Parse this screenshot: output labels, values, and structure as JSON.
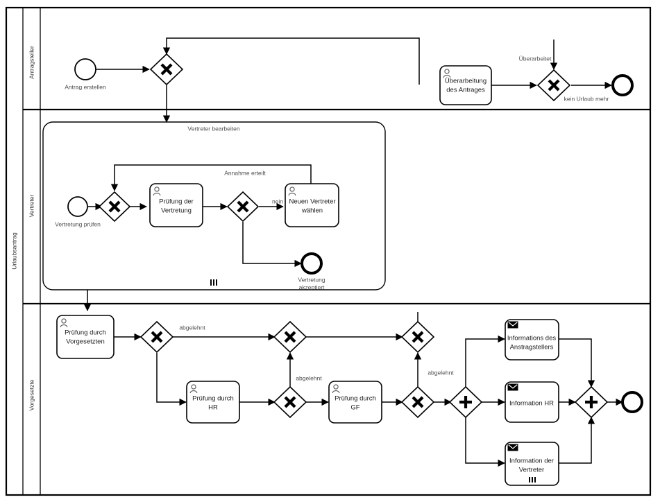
{
  "pool": {
    "label": "Urlaubsantrag"
  },
  "lanes": [
    {
      "id": "antragsteller",
      "label": "Antragsteller"
    },
    {
      "id": "vertreter",
      "label": "Vertreter"
    },
    {
      "id": "vorgesetzte",
      "label": "Vorgesetzte"
    }
  ],
  "lane_antragsteller": {
    "start_event": {
      "name": "start-event-antrag-erstellen",
      "label": "Antrag erstellen"
    },
    "gateway_join": {
      "name": "gateway-antrag-join",
      "type": "exclusive",
      "label": ""
    },
    "task_ueberarbeitung": {
      "label_line1": "Überarbeitung",
      "label_line2": "des Antrages",
      "icon": "user-task-icon"
    },
    "gateway_ueberarbeitet": {
      "name": "gateway-ueberarbeitet",
      "type": "exclusive",
      "label": ""
    },
    "flow_label_ueberarbeitet": "Überarbeitet",
    "flow_label_kein_urlaub": "kein Urlaub mehr",
    "end_event": {
      "name": "end-event-kein-urlaub-mehr",
      "label": ""
    }
  },
  "lane_vertreter": {
    "subprocess": {
      "label": "Vertreter bearbeiten",
      "marker": "multi-instance"
    },
    "start_event": {
      "label": "Vertretung prüfen"
    },
    "gateway_merge": {
      "type": "exclusive"
    },
    "task_pruefung": {
      "label_line1": "Prüfung der",
      "label_line2": "Vertretung",
      "icon": "user-task-icon"
    },
    "gateway_annahme": {
      "type": "exclusive"
    },
    "flow_label_annahme": "Annahme erteilt",
    "flow_label_nein": "nein",
    "task_neuer_vertreter": {
      "label_line1": "Neuen Vertreter",
      "label_line2": "wählen",
      "icon": "user-task-icon"
    },
    "end_event": {
      "label_line1": "Vertretung",
      "label_line2": "akzeptiert"
    }
  },
  "lane_vorgesetzte": {
    "task_pruefung_vorgesetzten": {
      "label_line1": "Prüfung durch",
      "label_line2": "Vorgesetzten",
      "icon": "user-task-icon"
    },
    "gateway_1": {
      "type": "exclusive"
    },
    "flow_label_abgelehnt_1": "abgelehnt",
    "task_pruefung_hr": {
      "label_line1": "Prüfung durch",
      "label_line2": "HR",
      "icon": "user-task-icon"
    },
    "gateway_2": {
      "type": "exclusive"
    },
    "gateway_3": {
      "type": "exclusive"
    },
    "flow_label_abgelehnt_2": "abgelehnt",
    "task_pruefung_gf": {
      "label_line1": "Prüfung durch",
      "label_line2": "GF",
      "icon": "user-task-icon"
    },
    "gateway_4": {
      "type": "exclusive"
    },
    "gateway_5": {
      "type": "exclusive"
    },
    "flow_label_abgelehnt_3": "abgelehnt",
    "gateway_split": {
      "type": "parallel"
    },
    "task_info_antragsteller": {
      "label_line1": "Informations des",
      "label_line2": "Anstragstellers",
      "icon": "message-task-icon"
    },
    "task_info_hr": {
      "label_line1": "Information HR",
      "label_line2": "",
      "icon": "message-task-icon"
    },
    "task_info_vertreter": {
      "label_line1": "Information der",
      "label_line2": "Vertreter",
      "icon": "message-task-icon",
      "marker": "multi-instance"
    },
    "gateway_join": {
      "type": "parallel"
    },
    "end_event": {
      "label": ""
    }
  },
  "colors": {
    "stroke": "#000000",
    "label_text": "#4d4d4d",
    "background": "#ffffff"
  }
}
